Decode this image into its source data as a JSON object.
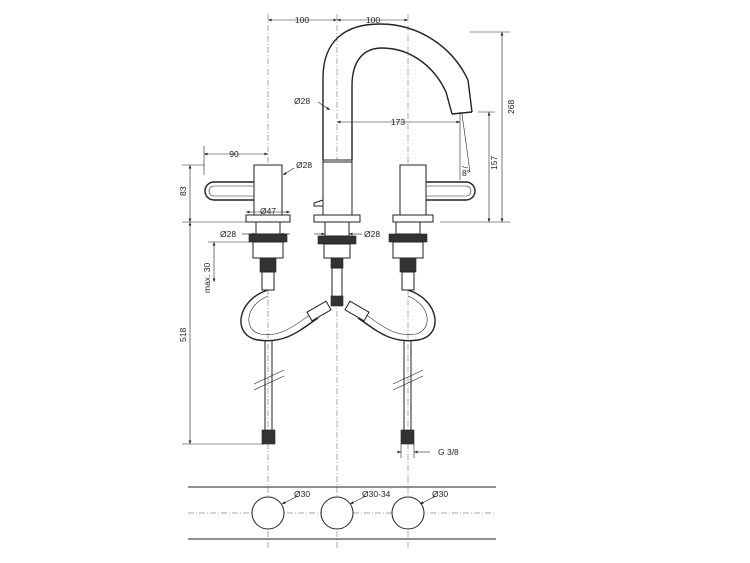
{
  "dimensions": {
    "top_left": "100",
    "top_right": "100",
    "spout_diameter": "Ø28",
    "spout_reach": "173",
    "spout_height": "157",
    "total_height": "268",
    "spout_angle": "8°",
    "handle_length": "90",
    "handle_height": "83",
    "handle_diameter": "Ø28",
    "base_diameter": "Ø47",
    "left_body_diameter": "Ø28",
    "center_body_diameter": "Ø28",
    "max_thickness": "max. 30",
    "hose_length": "518",
    "connection": "G 3/8"
  },
  "holes": {
    "left": "Ø30",
    "center": "Ø30-34",
    "right": "Ø30"
  }
}
